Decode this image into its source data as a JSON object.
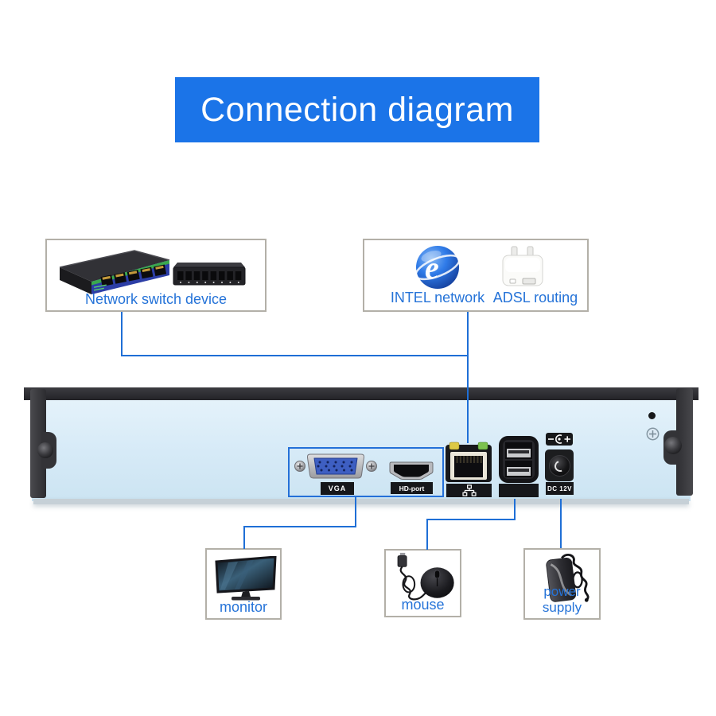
{
  "title": "Connection diagram",
  "colors": {
    "banner_blue": "#1b74e8",
    "callout_line_blue": "#1f6fd6",
    "label_text_blue": "#2573d8"
  },
  "top_callouts": {
    "network_switch": {
      "label": "Network switch device",
      "icons": [
        "poe-switch-icon",
        "desktop-switch-icon"
      ]
    },
    "internet": {
      "intel_label": "INTEL network",
      "adsl_label": "ADSL routing",
      "icons": [
        "internet-globe-icon",
        "adsl-router-icon"
      ]
    }
  },
  "rear_panel": {
    "vga_label": "VGA",
    "hdmi_label": "HD-port",
    "dc_label": "DC 12V",
    "icons": [
      "lan-port-icon",
      "usb-ports-icon",
      "dc-polarity-icon",
      "ground-screw-icon"
    ]
  },
  "bottom_callouts": {
    "monitor_label": "monitor",
    "mouse_label": "mouse",
    "power_label": "power supply"
  }
}
